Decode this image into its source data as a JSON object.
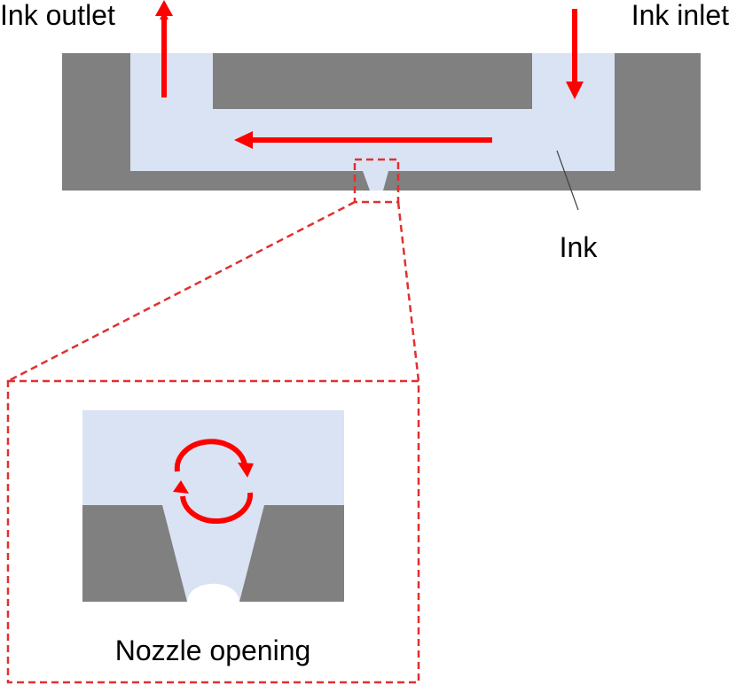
{
  "labels": {
    "ink_outlet": "Ink outlet",
    "ink_inlet": "Ink inlet",
    "ink": "Ink",
    "nozzle_opening": "Nozzle opening"
  },
  "colors": {
    "wall": "#808080",
    "ink": "#dae3f3",
    "flow_arrow": "#ff0000",
    "zoom_outline": "#e03030",
    "background": "#ffffff"
  }
}
